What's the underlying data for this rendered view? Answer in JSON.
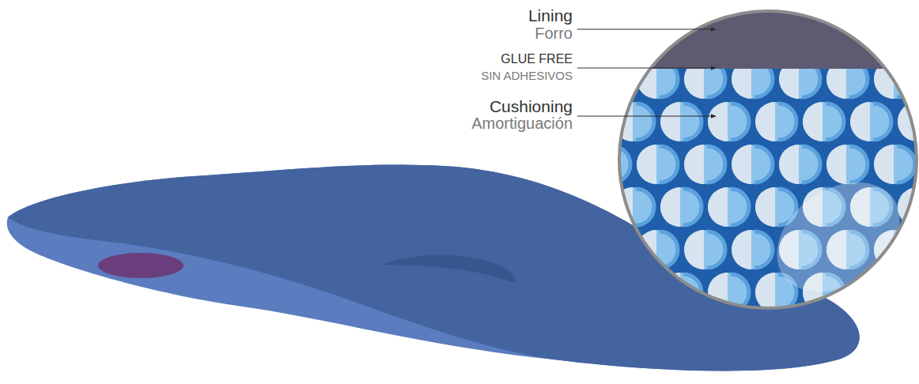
{
  "diagram": {
    "labels": [
      "Lining",
      "Forro",
      "GLUE FREE",
      "SIN ADHESIVOS",
      "Cushioning",
      "Amortiguación"
    ]
  }
}
